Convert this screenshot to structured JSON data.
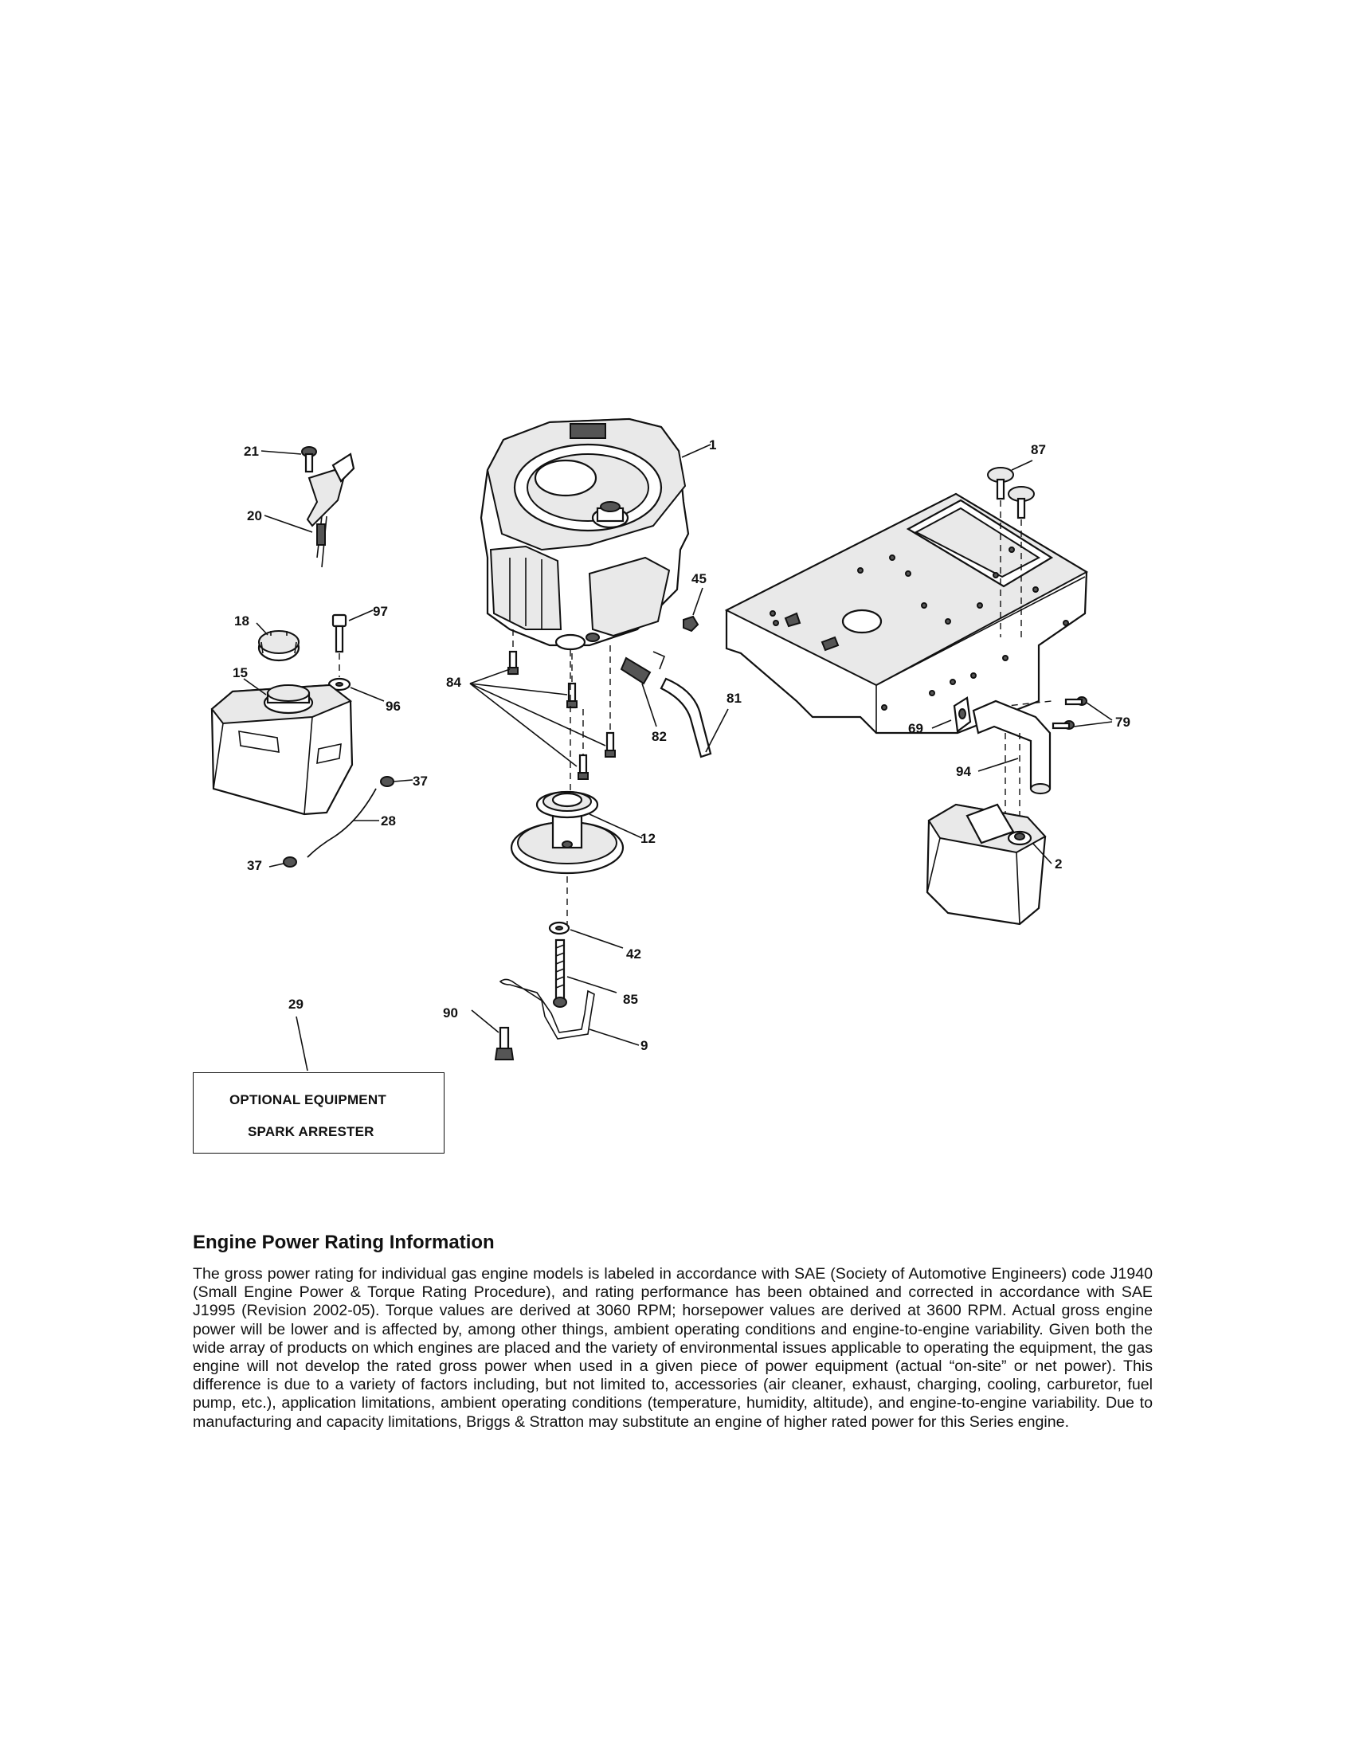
{
  "callouts": {
    "c21": "21",
    "c20": "20",
    "c18": "18",
    "c97": "97",
    "c15": "15",
    "c96": "96",
    "c37a": "37",
    "c28": "28",
    "c37b": "37",
    "c1": "1",
    "c45": "45",
    "c84": "84",
    "c82": "82",
    "c81": "81",
    "c12": "12",
    "c42": "42",
    "c85": "85",
    "c90": "90",
    "c9": "9",
    "c87": "87",
    "c69": "69",
    "c79": "79",
    "c94": "94",
    "c2": "2",
    "c29": "29"
  },
  "optional_box": {
    "line1": "OPTIONAL EQUIPMENT",
    "line2": "SPARK ARRESTER"
  },
  "info": {
    "title": "Engine Power Rating Information",
    "body": "The gross power rating for individual gas engine models is labeled in accordance with SAE (Society of Automotive Engineers) code J1940 (Small Engine Power & Torque Rating Procedure), and rating performance has been obtained and corrected in accordance with SAE J1995 (Revision 2002-05). Torque values are derived at 3060 RPM; horsepower values are derived at 3600 RPM. Actual gross engine power will be lower and is affected by, among other things, ambient operating conditions and engine-to-engine variability. Given both the wide array of products on which engines are placed and the variety of environmental issues applicable to operating the equipment, the gas engine will not develop the rated gross power when used in a given piece of power equipment (actual “on-site” or net power). This difference is due to a variety of factors including, but not limited to, accessories (air cleaner, exhaust, charging, cooling, carburetor, fuel pump, etc.), application limitations, ambient operating conditions (temperature, humidity, altitude), and engine-to-engine variability. Due to manufacturing and capacity limitations, Briggs & Stratton may substitute an engine of higher rated power for this Series engine."
  }
}
